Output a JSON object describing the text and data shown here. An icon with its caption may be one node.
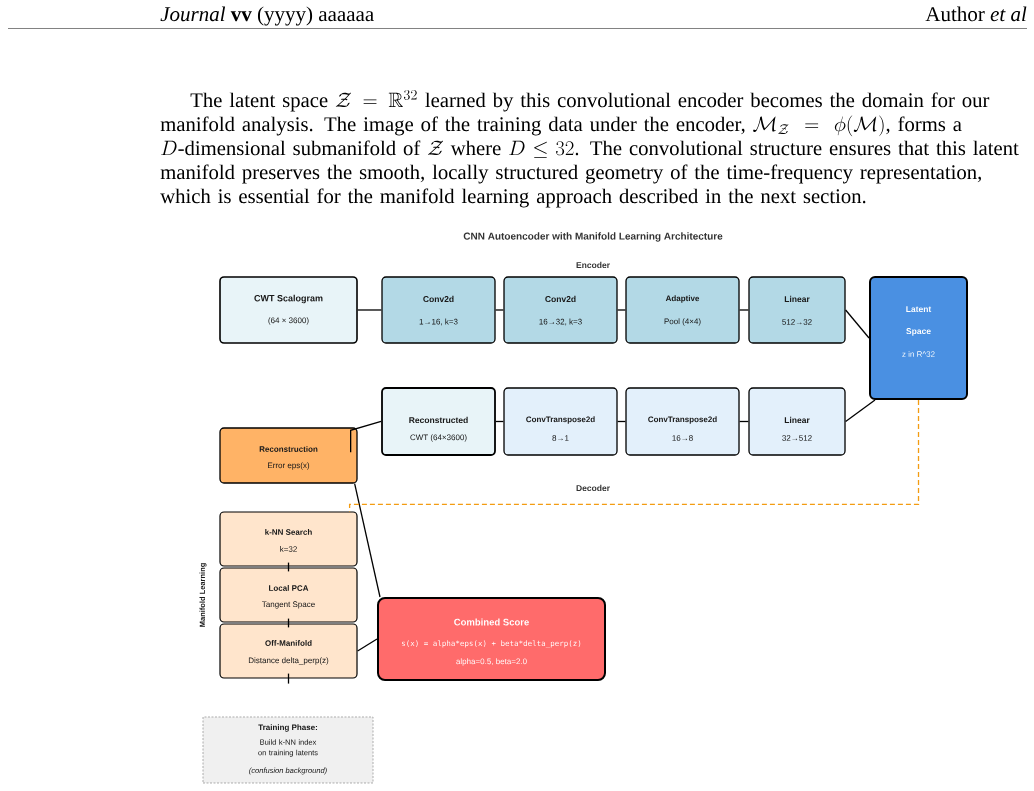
{
  "diagram": {
    "title": "CNN Autoencoder with Manifold Learning Architecture",
    "nodes": [
      {
        "text": [
          "CWT Scalogram",
          "(64 × 3600)"
        ]
      },
      {
        "text": [
          "Conv2d",
          "1→16, k=3"
        ]
      },
      {
        "text": [
          "Conv2d",
          "16→32, k=3"
        ]
      },
      {
        "text": [
          "Adaptive",
          "Pool (4×4)"
        ]
      },
      {
        "text": [
          "Linear",
          "512→32"
        ]
      },
      {
        "text": [
          "Latent Space",
          "z in R^32"
        ]
      },
      {
        "text": [
          "Reconstructed",
          "CWT (64×3600)"
        ]
      },
      {
        "text": [
          "ConvTranspose2d",
          "8→1"
        ]
      },
      {
        "text": [
          "ConvTranspose2d",
          "16→8"
        ]
      },
      {
        "text": [
          "Linear",
          "32→512"
        ]
      },
      {
        "text": [
          "Reconstruction",
          "Error eps(x)"
        ]
      },
      {
        "text": [
          "k-NN Search",
          "k=32"
        ]
      },
      {
        "text": [
          "Local PCA",
          "Tangent Space"
        ]
      },
      {
        "text": [
          "Off-Manifold",
          "Distance delta_perp(z)"
        ]
      },
      {
        "text": [
          "Combined Score",
          "s(x) = alpha*eps(x) + beta*delta_perp(z)",
          "alpha=0.5, beta=2.0"
        ]
      },
      {
        "text": [
          "Training Phase:",
          "Build k-NN index on training latents",
          "(confusion background)"
        ]
      }
    ],
    "edges": [
      {
        "from": 0,
        "to": 1,
        "arrow": "none"
      },
      {
        "from": 1,
        "to": 2,
        "arrow": "none"
      },
      {
        "from": 2,
        "to": 3,
        "arrow": "none"
      },
      {
        "from": 3,
        "to": 4,
        "arrow": "none"
      },
      {
        "from": 4,
        "to": 5,
        "arrow": "none"
      },
      {
        "from": 5,
        "to": 9,
        "arrow": "none"
      },
      {
        "from": 9,
        "to": 8,
        "arrow": "none"
      },
      {
        "from": 8,
        "to": 7,
        "arrow": "none"
      },
      {
        "from": 7,
        "to": 6,
        "arrow": "none"
      },
      {
        "from": 6,
        "to": 10,
        "arrow": "none"
      },
      {
        "from": 10,
        "to": 14,
        "arrow": "none"
      },
      {
        "from": 5,
        "to": 11,
        "arrow": "none",
        "style": "dashed",
        "color": "#f39c12"
      },
      {
        "from": 11,
        "to": 12,
        "arrow": "none"
      },
      {
        "from": 12,
        "to": 13,
        "arrow": "none"
      },
      {
        "from": 13,
        "to": 14,
        "arrow": "none"
      },
      {
        "from": 13,
        "to": null,
        "arrow": "none"
      }
    ],
    "labels": [
      "*Journal* **vv** (yyyy) aaaaaa",
      "Author *et al*",
      "The latent space",
      "\\mathcal{Z} = \\mathbb{R}^{32}",
      "learned by this convolutional encoder becomes the domain for our manifold analysis. The image of the training data under the encoder,",
      "\\mathcal{M}_{\\mathcal{Z}} = \\phi(\\mathcal{M})",
      ", forms a",
      "D",
      "-dimensional submanifold of",
      "\\mathcal{Z}",
      "where",
      "D \\leq 32",
      ". The convolutional structure ensures that this latent manifold preserves the smooth, locally structured geometry of the time-frequency representation, which is essential for the manifold learning approach described in the next section.",
      "Encoder",
      "Decoder",
      "Manifold Learning"
    ]
  }
}
